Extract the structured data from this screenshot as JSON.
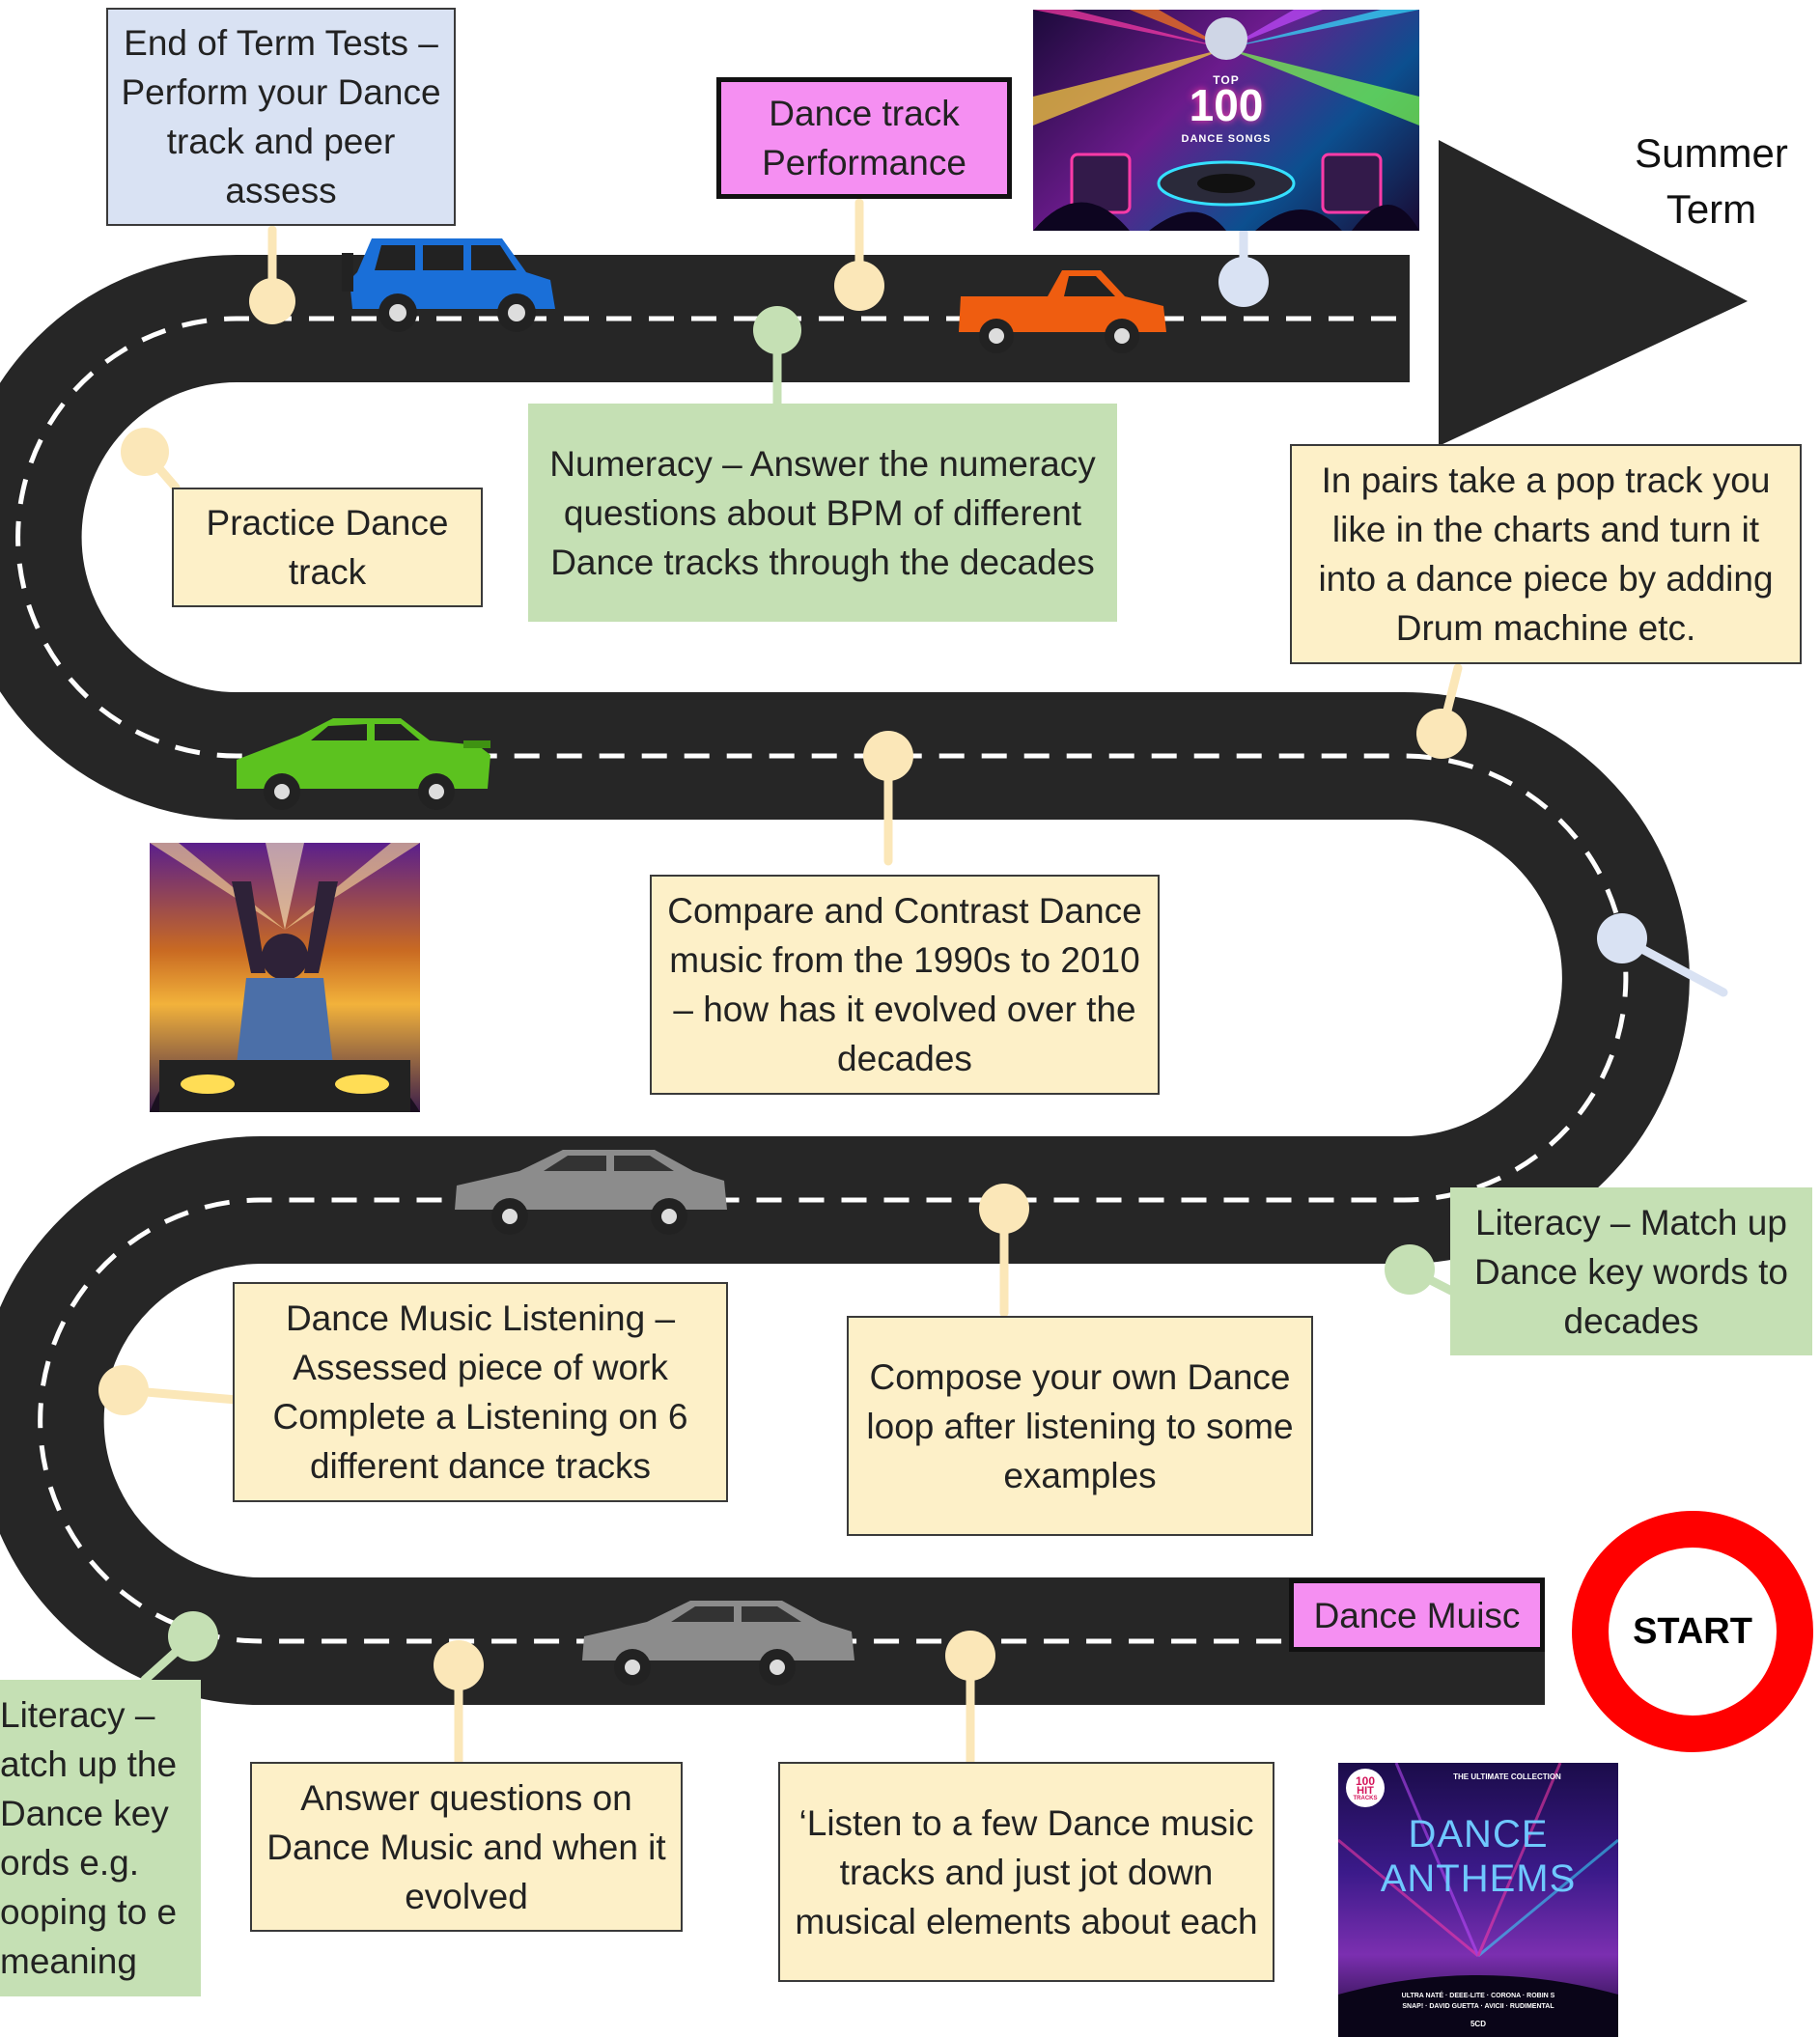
{
  "title": "",
  "term_label": "Summer\nTerm",
  "start_label": "START",
  "milestones": [
    {
      "id": "end-of-term",
      "text": "End of Term Tests – Perform your Dance track and peer assess"
    },
    {
      "id": "dance-track-performance",
      "text": "Dance track Performance"
    },
    {
      "id": "numeracy",
      "text": "Numeracy – Answer the numeracy questions about BPM of different Dance tracks through the decades"
    },
    {
      "id": "practice",
      "text": "Practice Dance track"
    },
    {
      "id": "pop-track",
      "text": "In pairs take a pop track you like in the charts and turn it into a dance piece by adding Drum machine etc."
    },
    {
      "id": "compare",
      "text": "Compare and Contrast Dance music from the 1990s to 2010 – how has it evolved over the decades"
    },
    {
      "id": "literacy-decades",
      "text": "Literacy – Match up Dance key words to decades"
    },
    {
      "id": "listening-assessed",
      "text": "Dance Music Listening – Assessed piece of work Complete a Listening on 6 different dance tracks"
    },
    {
      "id": "compose",
      "text": "Compose your own Dance loop after listening to some examples"
    },
    {
      "id": "dance-muisc",
      "text": "Dance Muisc"
    },
    {
      "id": "literacy-meaning",
      "text": "Literacy – atch up the Dance key ords e.g. ooping to e meaning"
    },
    {
      "id": "answer-questions",
      "text": "Answer questions on Dance Music and when it evolved"
    },
    {
      "id": "listen-few",
      "text": "‘Listen to a few Dance music tracks and just jot down musical elements about each"
    }
  ],
  "images": {
    "top100": {
      "line1": "TOP",
      "line2": "100",
      "line3": "DANCE SONGS"
    },
    "anthems": {
      "badge1": "100",
      "badge2": "HIT",
      "badge3": "TRACKS",
      "kicker": "THE ULTIMATE COLLECTION",
      "line1": "DANCE",
      "line2": "ANTHEMS",
      "artists1": "ULTRA NATÉ · DEEE-LITE · CORONA · ROBIN S",
      "artists2": "SNAP! · DAVID GUETTA · AVICII · RUDIMENTAL",
      "footer": "5CD"
    }
  },
  "colors": {
    "road": "#262626",
    "dash": "#ffffff",
    "cream": "#fdf0c8",
    "green": "#c5e0b4",
    "blue": "#d9e2f3",
    "pink": "#f58ff2",
    "start": "#ff0000"
  }
}
